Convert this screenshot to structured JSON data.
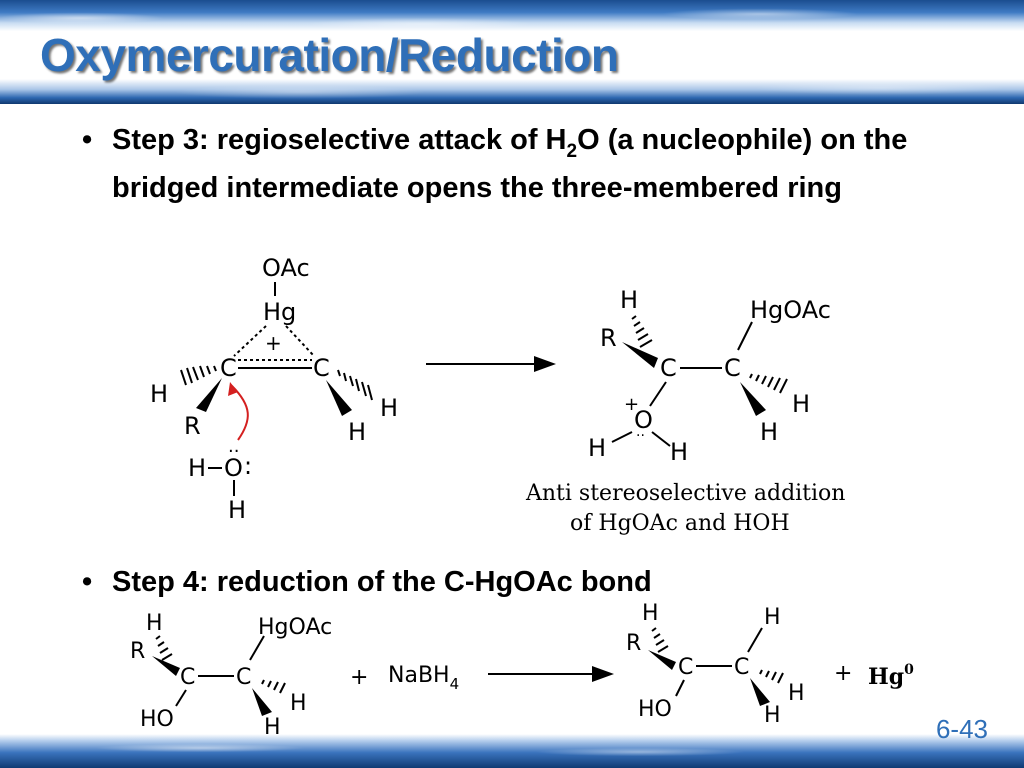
{
  "slide": {
    "title": "Oxymercuration/Reduction",
    "page_number": "6-43"
  },
  "bullets": [
    {
      "marker": "•",
      "text_before": "Step 3: regioselective attack of H",
      "subscript": "2",
      "text_after": "O (a nucleophile) on the bridged intermediate opens the three-membered ring"
    },
    {
      "marker": "•",
      "text": "Step 4: reduction of the C-HgOAc bond"
    }
  ],
  "step3_scheme": {
    "reactant": {
      "oac": "OAc",
      "hg": "Hg",
      "plus": "+",
      "c_left": "C",
      "c_right": "C",
      "h_left": "H",
      "r_left": "R",
      "h_right_1": "H",
      "h_right_2": "H",
      "water_h_left": "H",
      "water_o": "O",
      "water_lone_pair": "..",
      "water_colon": ":",
      "water_h_bottom": "H"
    },
    "product": {
      "h_top": "H",
      "r": "R",
      "c_left": "C",
      "c_right": "C",
      "hgoac": "HgOAc",
      "plus_charge": "+",
      "o": "O",
      "o_h_left": "H",
      "o_h_right": "H",
      "h_right_1": "H",
      "h_right_2": "H"
    },
    "caption_line1": "Anti stereoselective addition",
    "caption_line2": "of HgOAc and HOH"
  },
  "step4_scheme": {
    "reactant": {
      "h_top": "H",
      "r": "R",
      "c_left": "C",
      "c_right": "C",
      "hgoac": "HgOAc",
      "ho": "HO",
      "h_right_1": "H",
      "h_right_2": "H"
    },
    "plus_1": "+",
    "reagent": "NaBH",
    "reagent_sub": "4",
    "product": {
      "h_top_left": "H",
      "r": "R",
      "c_left": "C",
      "c_right": "C",
      "h_top_right": "H",
      "ho": "HO",
      "h_right_1": "H",
      "h_right_2": "H"
    },
    "plus_2": "+",
    "byproduct": "Hg",
    "byproduct_sup": "0"
  },
  "colors": {
    "title": "#2f6fb8",
    "curved_arrow": "#d42020"
  }
}
